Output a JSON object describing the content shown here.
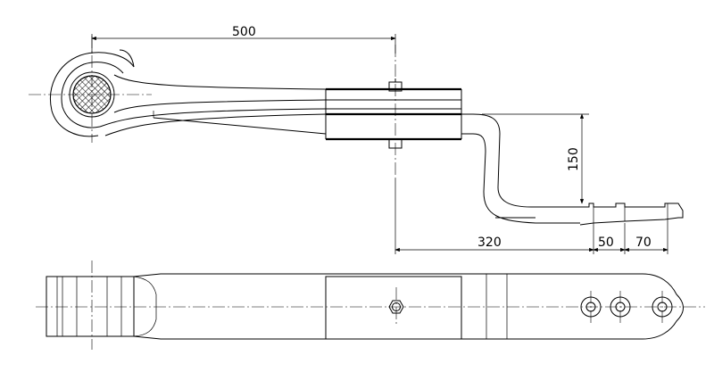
{
  "dimensions": {
    "span_500": "500",
    "drop_150": "150",
    "length_320": "320",
    "hole_pitch_50": "50",
    "hole_pitch_70": "70"
  }
}
